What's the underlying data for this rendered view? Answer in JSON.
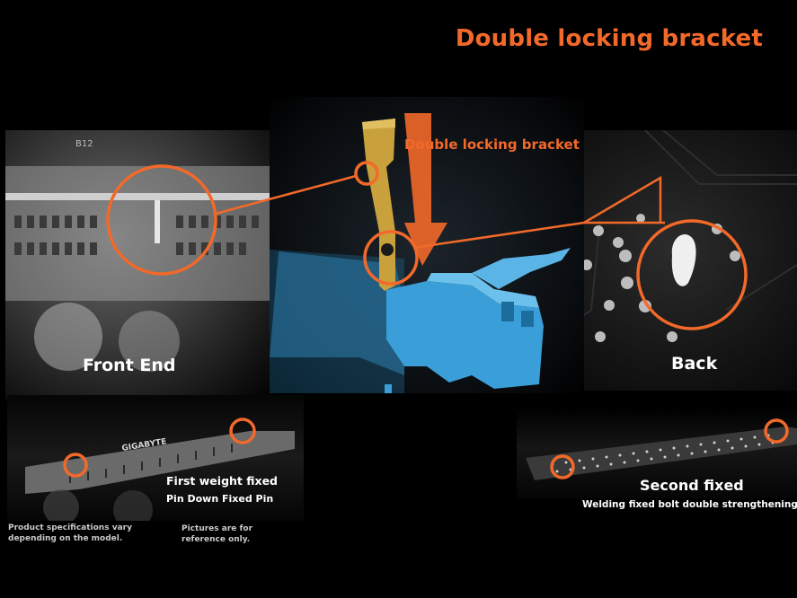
{
  "header": {
    "title": "Double locking bracket"
  },
  "center": {
    "callout": "Double locking bracket"
  },
  "labels": {
    "front_end": "Front End",
    "back": "Back",
    "first_weight_fixed": "First weight fixed",
    "pin_down_fixed_pin": "Pin Down Fixed Pin",
    "second_fixed": "Second fixed",
    "welding_fixed": "Welding fixed bolt double strengthening"
  },
  "board_text": {
    "brand": "GIGABYTE",
    "silk": "B12"
  },
  "notes": {
    "spec": "Product specifications vary depending on the model.",
    "pictures": "Pictures are for reference only."
  },
  "colors": {
    "accent": "#f2692a",
    "bracket_blue": "#3a9fd8",
    "pin_gold": "#c8a03c",
    "text": "#ffffff"
  }
}
